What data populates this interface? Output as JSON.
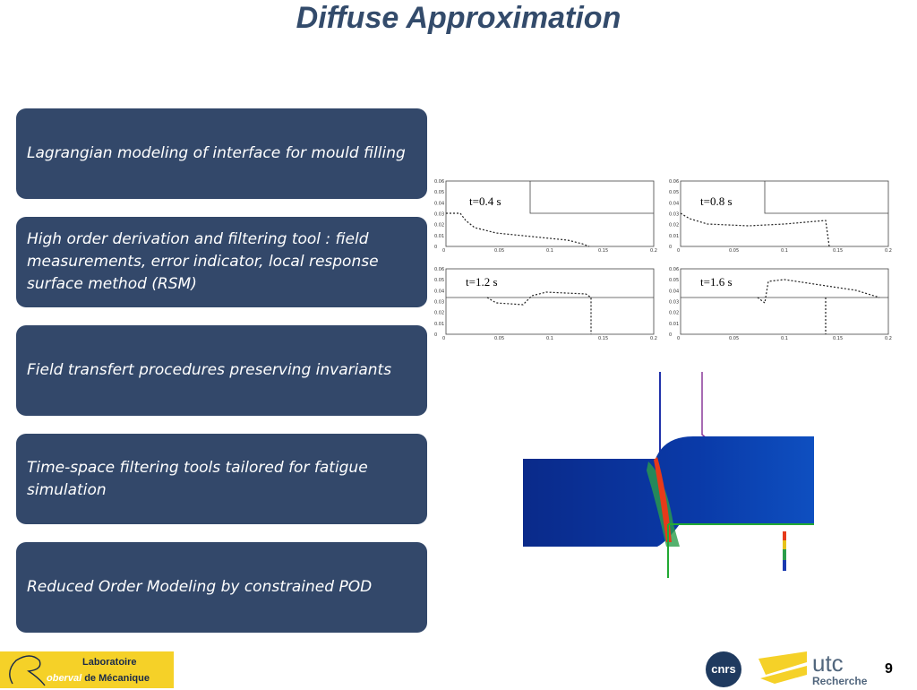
{
  "title": "Diffuse Approximation",
  "boxes": [
    "Lagrangian modeling  of interface for mould filling",
    "High order derivation and filtering tool : field measurements, error indicator, local response surface method (RSM)",
    "Field transfert procedures preserving invariants",
    "Time-space filtering tools tailored for fatigue simulation",
    "Reduced Order Modeling by constrained POD"
  ],
  "plots": [
    {
      "label": "t=0.4 s"
    },
    {
      "label": "t=0.8 s"
    },
    {
      "label": "t=1.2 s"
    },
    {
      "label": "t=1.6 s"
    }
  ],
  "plot_y_ticks": [
    "0.06",
    "0.05",
    "0.04",
    "0.03",
    "0.02",
    "0.01",
    "0"
  ],
  "plot_x_ticks": [
    "0",
    "0.05",
    "0.1",
    "0.15",
    "0.2"
  ],
  "footer": {
    "lab_line1": "Laboratoire",
    "lab_line2_a": "oberval",
    "lab_line2_b": "de Mécanique",
    "cnrs": "cnrs",
    "utc": "utc",
    "utc_sub": "Recherche",
    "page_number": "9"
  }
}
